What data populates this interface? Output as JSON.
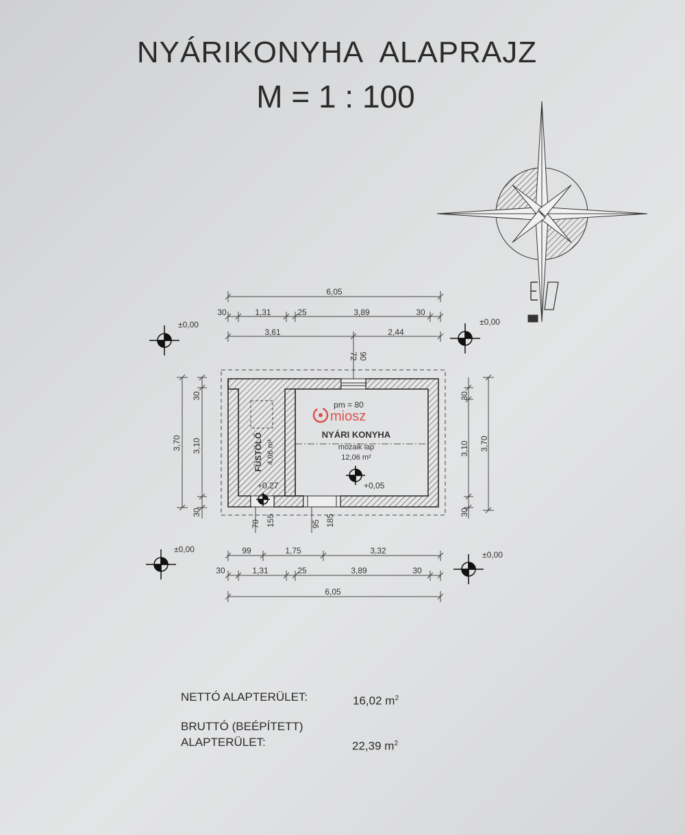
{
  "title": "NYÁRIKONYHA ALAPRAJZ",
  "scale": "M = 1 : 100",
  "top_dims": {
    "total": "6,05",
    "row1": [
      "30",
      "1,31",
      "25",
      "3,89",
      "30"
    ],
    "row2": [
      "3,61",
      "2,44"
    ]
  },
  "bottom_dims": {
    "row1": [
      "99",
      "1,75",
      "3,32"
    ],
    "row2": [
      "30",
      "1,31",
      "25",
      "3,89",
      "30"
    ],
    "total": "6,05"
  },
  "left_dims": {
    "total": "3,70",
    "parts": [
      "30",
      "3,10",
      "30"
    ]
  },
  "right_dims": {
    "total": "3,70",
    "parts": [
      "30",
      "3,10",
      "30"
    ]
  },
  "window_dims": [
    "72",
    "90"
  ],
  "door_dims_left": [
    "70",
    "155"
  ],
  "door_dims_right": [
    "95",
    "185"
  ],
  "levels": {
    "corner_tl": "±0,00",
    "corner_tr": "±0,00",
    "corner_bl": "±0,00",
    "corner_br": "±0,00",
    "smoke_room": "+0,27",
    "kitchen": "+0,05"
  },
  "rooms": {
    "smoke": {
      "name": "FÜSTÖLŐ",
      "area": "4,06 m²"
    },
    "kitchen": {
      "pm": "pm = 80",
      "name": "NYÁRI KONYHA",
      "floor": "mozaik lap",
      "area": "12,06 m²"
    }
  },
  "watermark": "miosz",
  "summary": {
    "net_label": "NETTÓ ALAPTERÜLET:",
    "net_value": "16,02 m",
    "gross_label_1": "BRUTTÓ (BEÉPÍTETT)",
    "gross_label_2": "ALAPTERÜLET:",
    "gross_value": "22,39 m",
    "unit_sup": "2"
  }
}
